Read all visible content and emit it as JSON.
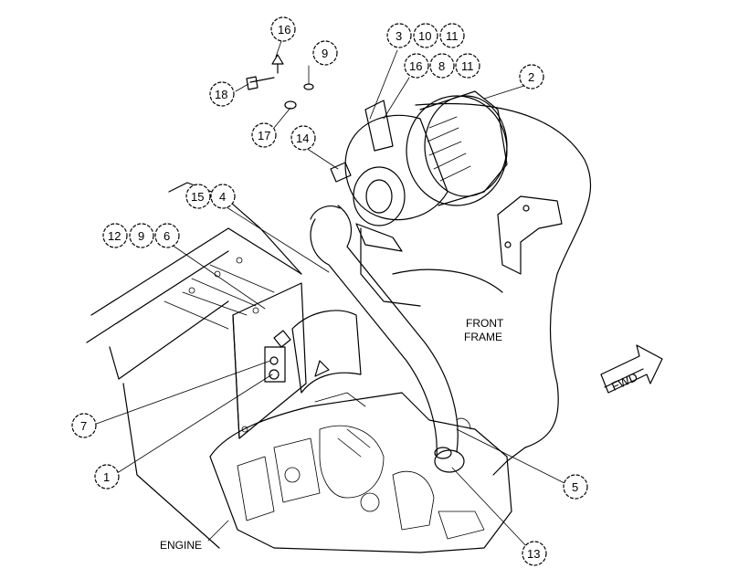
{
  "labels": {
    "front_frame_line1": "FRONT",
    "front_frame_line2": "FRAME",
    "engine": "ENGINE",
    "fwd": "FWD"
  },
  "balloons": {
    "b1": "1",
    "b2": "2",
    "b3": "3",
    "b4": "4",
    "b5": "5",
    "b6": "6",
    "b7": "7",
    "b8": "8",
    "b9a": "9",
    "b9b": "9",
    "b10": "10",
    "b11a": "11",
    "b11b": "11",
    "b12": "12",
    "b13": "13",
    "b14": "14",
    "b15": "15",
    "b16a": "16",
    "b16b": "16",
    "b17": "17",
    "b18": "18"
  }
}
